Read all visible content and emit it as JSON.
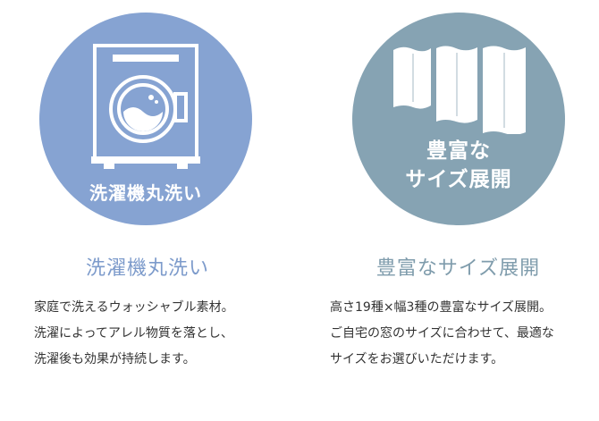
{
  "colors": {
    "left_circle": "#86a3d2",
    "right_circle": "#86a3b3",
    "left_title": "#7d9bcb",
    "right_title": "#7f9cac"
  },
  "features": [
    {
      "icon": "washing-machine-icon",
      "circle_label": [
        "洗濯機丸洗い"
      ],
      "title": "洗濯機丸洗い",
      "description": [
        "家庭で洗えるウォッシャブル素材。",
        "洗濯によってアレル物質を落とし、",
        "洗濯後も効果が持続します。"
      ]
    },
    {
      "icon": "curtain-panels-icon",
      "circle_label": [
        "豊富な",
        "サイズ展開"
      ],
      "title": "豊富なサイズ展開",
      "description": [
        "高さ19種×幅3種の豊富なサイズ展開。",
        "ご自宅の窓のサイズに合わせて、最適な",
        "サイズをお選びいただけます。"
      ]
    }
  ]
}
